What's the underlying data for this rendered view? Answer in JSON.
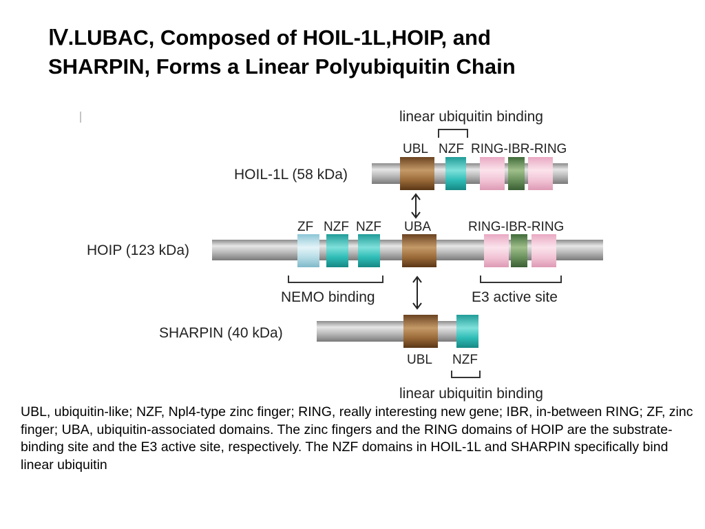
{
  "slide": {
    "title_line1": "Ⅳ.LUBAC, Composed of HOIL-1L,HOIP, and",
    "title_line2": "SHARPIN, Forms a Linear Polyubiquitin Chain",
    "caption": "UBL, ubiquitin-like; NZF, Npl4-type zinc finger; RING, really interesting new gene; IBR, in-between RING; ZF, zinc finger; UBA, ubiquitin-associated domains. The zinc fingers and the RING domains of HOIP are the substrate-binding site and the E3 active site, respectively. The NZF domains in HOIL-1L and SHARPIN specifically bind linear ubiquitin"
  },
  "diagram": {
    "hoil": {
      "name": "HOIL-1L (58 kDa)",
      "top_bracket_label": "linear ubiquitin binding",
      "labels": {
        "ubl": "UBL",
        "nzf": "NZF",
        "ring": "RING-IBR-RING"
      }
    },
    "hoip": {
      "name": "HOIP (123 kDa)",
      "labels": {
        "zf": "ZF",
        "nzf1": "NZF",
        "nzf2": "NZF",
        "uba": "UBA",
        "ring": "RING-IBR-RING"
      },
      "left_bracket_label": "NEMO binding",
      "right_bracket_label": "E3 active site"
    },
    "sharpin": {
      "name": "SHARPIN (40 kDa)",
      "labels": {
        "ubl": "UBL",
        "nzf": "NZF"
      },
      "bottom_bracket_label": "linear ubiquitin binding"
    },
    "colors": {
      "ubl_uba": "#8a5a2b",
      "nzf": "#2bb5b0",
      "zf": "#a9d8e4",
      "ring": "#f2bfd2",
      "ibr": "#5f8a52",
      "bar": "#b4b4b4"
    }
  }
}
